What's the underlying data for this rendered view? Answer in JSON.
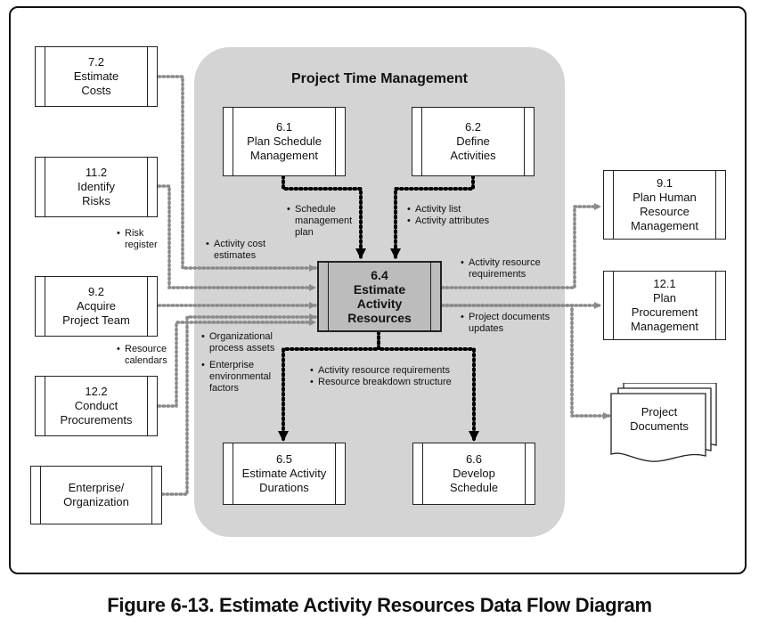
{
  "group_title": "Project Time Management",
  "caption": "Figure 6-13. Estimate Activity Resources Data Flow Diagram",
  "processes": {
    "p7_2": {
      "num": "7.2",
      "line1": "Estimate",
      "line2": "Costs"
    },
    "p11_2": {
      "num": "11.2",
      "line1": "Identify",
      "line2": "Risks"
    },
    "p9_2": {
      "num": "9.2",
      "line1": "Acquire",
      "line2": "Project Team"
    },
    "p12_2": {
      "num": "12.2",
      "line1": "Conduct",
      "line2": "Procurements"
    },
    "enterprise": {
      "line1": "Enterprise/",
      "line2": "Organization"
    },
    "p6_1": {
      "num": "6.1",
      "line1": "Plan Schedule",
      "line2": "Management"
    },
    "p6_2": {
      "num": "6.2",
      "line1": "Define",
      "line2": "Activities"
    },
    "p6_4": {
      "num": "6.4",
      "line1": "Estimate",
      "line2": "Activity",
      "line3": "Resources"
    },
    "p6_5": {
      "num": "6.5",
      "line1": "Estimate Activity",
      "line2": "Durations"
    },
    "p6_6": {
      "num": "6.6",
      "line1": "Develop",
      "line2": "Schedule"
    },
    "p9_1": {
      "num": "9.1",
      "line1": "Plan Human",
      "line2": "Resource",
      "line3": "Management"
    },
    "p12_1": {
      "num": "12.1",
      "line1": "Plan",
      "line2": "Procurement",
      "line3": "Management"
    },
    "docs": {
      "line1": "Project",
      "line2": "Documents"
    }
  },
  "labels": {
    "risk_register": [
      "Risk",
      "register"
    ],
    "activity_cost": [
      "Activity cost",
      "estimates"
    ],
    "schedule_mgmt": [
      "Schedule",
      "management",
      "plan"
    ],
    "activity_list": [
      "Activity list",
      "Activity attributes"
    ],
    "resource_calendars": [
      "Resource",
      "calendars"
    ],
    "org_assets": [
      "Organizational",
      "process assets"
    ],
    "eef": [
      "Enterprise",
      "environmental",
      "factors"
    ],
    "out_requirements": [
      "Activity resource",
      "requirements"
    ],
    "out_docs": [
      "Project documents",
      "updates"
    ],
    "down_items": [
      "Activity resource requirements",
      "Resource breakdown structure"
    ]
  }
}
